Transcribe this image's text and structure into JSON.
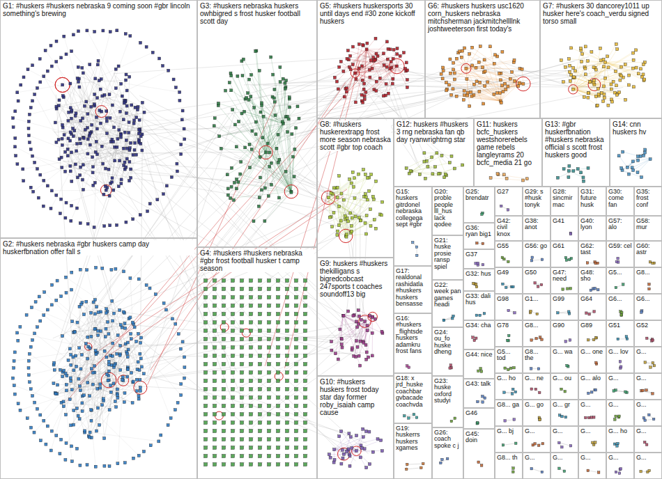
{
  "diagram": {
    "nodes": [
      {
        "text": [
          "G1: #huskers #huskers nebraska 9 coming soon #gbr lincoln something's brewing"
        ]
      },
      {
        "text": [
          "G3: #huskers nebraska huskers owhbigred s frost husker football scott day"
        ]
      },
      {
        "text": [
          "G5: #huskers huskersports 30 until days end #30 zone kickoff huskers"
        ]
      },
      {
        "text": [
          "G6: #huskers huskers usc1620 corn_huskers nebraska mitchsherman jackmitchellllnk joshtweeterson first today's"
        ]
      },
      {
        "text": [
          "G7: #huskers 30 dancorey1011 up husker here's coach_verdu signed torso small"
        ]
      },
      {
        "text": [
          "G8: #huskers huskerextrapg frost more season nebraska scott #gbr top coach"
        ]
      },
      {
        "text": [
          "G12: huskers #huskers 3 rng nebraska fan qb day ryanwrightrng star"
        ]
      },
      {
        "text": [
          "G11: huskers bcfc_huskers westshorerebels game rebels langleyrams 20 bcfc_media 21 go"
        ]
      },
      {
        "text": [
          "G13: #gbr huskerfbnation #huskers nebraska official s scott frost huskers good"
        ]
      },
      {
        "text": [
          "G14: cnn huskers hv"
        ]
      },
      {
        "text": [
          "G2: #huskers nebraska #gbr huskers camp day huskerfbnation offer fall s"
        ]
      },
      {
        "text": [
          "G4: #huskers #huskers nebraska #gbr frost football husker t camp season"
        ]
      },
      {
        "text": [
          "G9: huskers #huskers thekilligans s bigredcobcast 247sports t coaches soundoff13 big"
        ]
      },
      {
        "text": [
          "G10: #huskers huskers frost today star day former roby_isaiah camp cause"
        ]
      },
      {
        "text": [
          "G15: huskers gitrdonel nebraska collegega sept #gbr"
        ]
      },
      {
        "text": [
          "G17: realdonal rashidatla #huskers huskers bensasse"
        ]
      },
      {
        "text": [
          "G16: #huskers _flightsde huskers adamkru frost fans"
        ]
      },
      {
        "text": [
          "G18: x jrd_huske coachbar gvbacade coachvda"
        ]
      },
      {
        "text": [
          "G19: huskerrs huskers xgames"
        ]
      },
      {
        "text": [
          "G20: proble people lll_hus lack qodee"
        ]
      },
      {
        "text": [
          "G21: huske prosie ransp spiel"
        ]
      },
      {
        "text": [
          "G22: week pan games headi"
        ]
      },
      {
        "text": [
          "G24: ou_fo huske dheng"
        ]
      },
      {
        "text": [
          "G23: huske oxford studyi"
        ]
      },
      {
        "text": [
          "G26: coach spoke c j"
        ]
      },
      {
        "text": [
          "G25: brendatr"
        ]
      },
      {
        "text": [
          "G36: ryan big1"
        ]
      },
      {
        "text": [
          "G37"
        ]
      },
      {
        "text": [
          "G32: hus"
        ]
      },
      {
        "text": [
          "G33: dali hus"
        ]
      },
      {
        "text": [
          "G34: cha"
        ]
      },
      {
        "text": [
          "G44: nice"
        ]
      },
      {
        "text": [
          "G43: talk"
        ]
      },
      {
        "text": [
          "G46"
        ]
      },
      {
        "text": [
          "G45: doin"
        ]
      },
      {
        "text": [
          "G27"
        ]
      },
      {
        "text": [
          "G29: s #husk tonyk"
        ]
      },
      {
        "text": [
          "G28: sincmir mac"
        ]
      },
      {
        "text": [
          "G31: future husk"
        ]
      },
      {
        "text": [
          "G30: come fan"
        ]
      },
      {
        "text": [
          "G35: frost conf"
        ]
      },
      {
        "text": [
          "G42: civil knox"
        ]
      },
      {
        "text": [
          "G38: anot"
        ]
      },
      {
        "text": [
          "G41"
        ]
      },
      {
        "text": [
          "G40: lyon"
        ]
      },
      {
        "text": [
          "G57: alo"
        ]
      },
      {
        "text": [
          "G58: mur"
        ]
      },
      {
        "text": [
          "G55"
        ]
      },
      {
        "text": [
          "G56: go"
        ]
      },
      {
        "text": [
          "G61"
        ]
      },
      {
        "text": [
          "G62: tast"
        ]
      },
      {
        "text": [
          "G59: cel"
        ]
      },
      {
        "text": [
          "G60: astr"
        ]
      },
      {
        "text": [
          "G49"
        ]
      },
      {
        "text": [
          "G50"
        ]
      },
      {
        "text": [
          "G47: need"
        ]
      },
      {
        "text": [
          "G48: sho"
        ]
      },
      {
        "text": [
          "G5..."
        ]
      },
      {
        "text": [
          "G8..."
        ]
      },
      {
        "text": [
          "G98"
        ]
      },
      {
        "text": [
          "G1..."
        ]
      },
      {
        "text": [
          "G99"
        ]
      },
      {
        "text": [
          "G64"
        ]
      },
      {
        "text": [
          "G6..."
        ]
      },
      {
        "text": [
          "G6..."
        ]
      },
      {
        "text": [
          "G78"
        ]
      },
      {
        "text": [
          "G8..."
        ]
      },
      {
        "text": [
          "G90"
        ]
      },
      {
        "text": [
          "G89"
        ]
      },
      {
        "text": [
          "G51"
        ]
      },
      {
        "text": [
          "G52"
        ]
      },
      {
        "text": [
          "G5... tod"
        ]
      },
      {
        "text": [
          "G8... the"
        ]
      },
      {
        "text": [
          "G... wa"
        ]
      },
      {
        "text": [
          "G... one"
        ]
      },
      {
        "text": [
          "G... lov"
        ]
      },
      {
        "text": [
          "G..."
        ]
      },
      {
        "text": [
          "G... ho"
        ]
      },
      {
        "text": [
          "G... ne"
        ]
      },
      {
        "text": [
          "G... ou"
        ]
      },
      {
        "text": [
          "G... alo"
        ]
      },
      {
        "text": [
          "G..."
        ]
      },
      {
        "text": [
          "G..."
        ]
      },
      {
        "text": [
          "G8... ga"
        ]
      },
      {
        "text": [
          "G... go"
        ]
      },
      {
        "text": [
          "G... gr"
        ]
      },
      {
        "text": [
          "G..."
        ]
      },
      {
        "text": [
          "G..."
        ]
      },
      {
        "text": [
          "G..."
        ]
      },
      {
        "text": [
          "G... bj"
        ]
      },
      {
        "text": [
          "G..."
        ]
      },
      {
        "text": [
          "G..."
        ]
      },
      {
        "text": [
          "G..."
        ]
      },
      {
        "text": [
          "G... ho"
        ]
      },
      {
        "text": [
          "G..."
        ]
      },
      {
        "text": [
          "G8... th"
        ]
      },
      {
        "text": [
          "G..."
        ]
      },
      {
        "text": [
          "G..."
        ]
      },
      {
        "text": [
          "G..."
        ]
      },
      {
        "text": [
          "G..."
        ]
      },
      {
        "text": [
          "G..."
        ]
      }
    ]
  }
}
